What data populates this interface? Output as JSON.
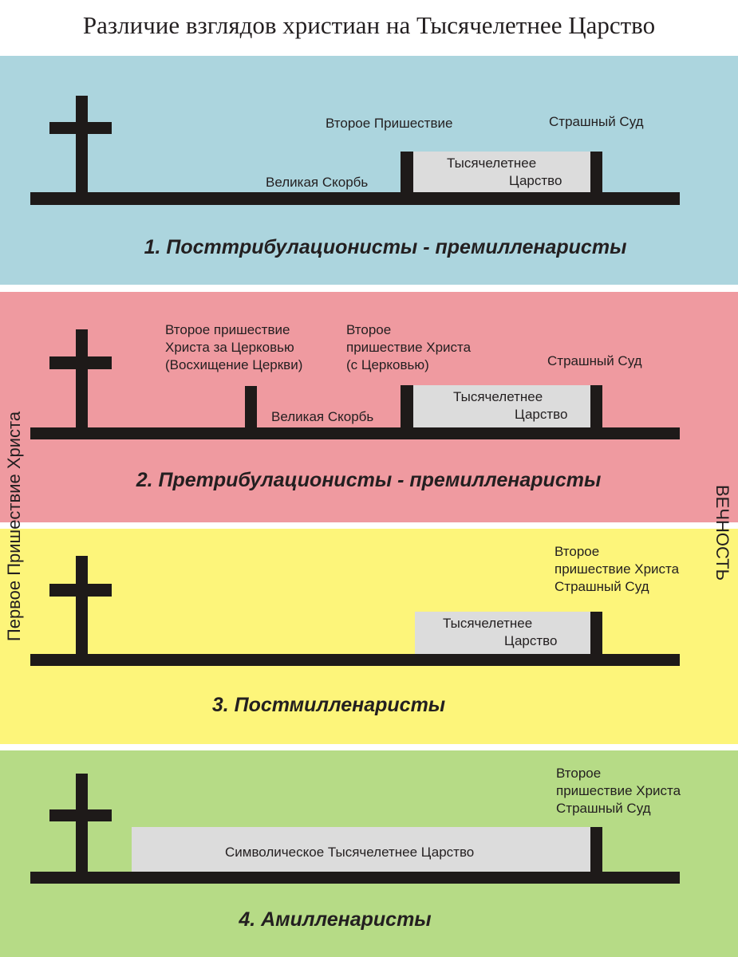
{
  "title": "Различие взглядов христиан на Тысячелетнее Царство",
  "side_left": "Первое Пришествие Христа",
  "side_right": "ВЕЧНОСТЬ",
  "colors": {
    "band1": "#acd5de",
    "band2": "#ef9aa0",
    "band3": "#fdf57a",
    "band4": "#b6db86"
  },
  "views": [
    {
      "title": "1. Посттрибулационисты - премилленаристы",
      "second_coming": "Второе Пришествие",
      "judgment": "Страшный Суд",
      "tribulation": "Великая Скорбь",
      "millennium_1": "Тысячелетнее",
      "millennium_2": "Царство"
    },
    {
      "title": "2. Претрибулационисты - премилленаристы",
      "rapture": [
        "Второе пришествие",
        "Христа за Церковью",
        "(Восхищение Церкви)"
      ],
      "second_coming": [
        "Второе",
        "пришествие Христа",
        "(с Церковью)"
      ],
      "judgment": "Страшный Суд",
      "tribulation": "Великая Скорбь",
      "millennium_1": "Тысячелетнее",
      "millennium_2": "Царство"
    },
    {
      "title": "3. Постмилленаристы",
      "end": [
        "Второе",
        "пришествие Христа",
        "Страшный Суд"
      ],
      "millennium_1": "Тысячелетнее",
      "millennium_2": "Царство"
    },
    {
      "title": "4. Амилленаристы",
      "end": [
        "Второе",
        "пришествие Христа",
        "Страшный Суд"
      ],
      "millennium": "Символическое Тысячелетнее Царство"
    }
  ]
}
